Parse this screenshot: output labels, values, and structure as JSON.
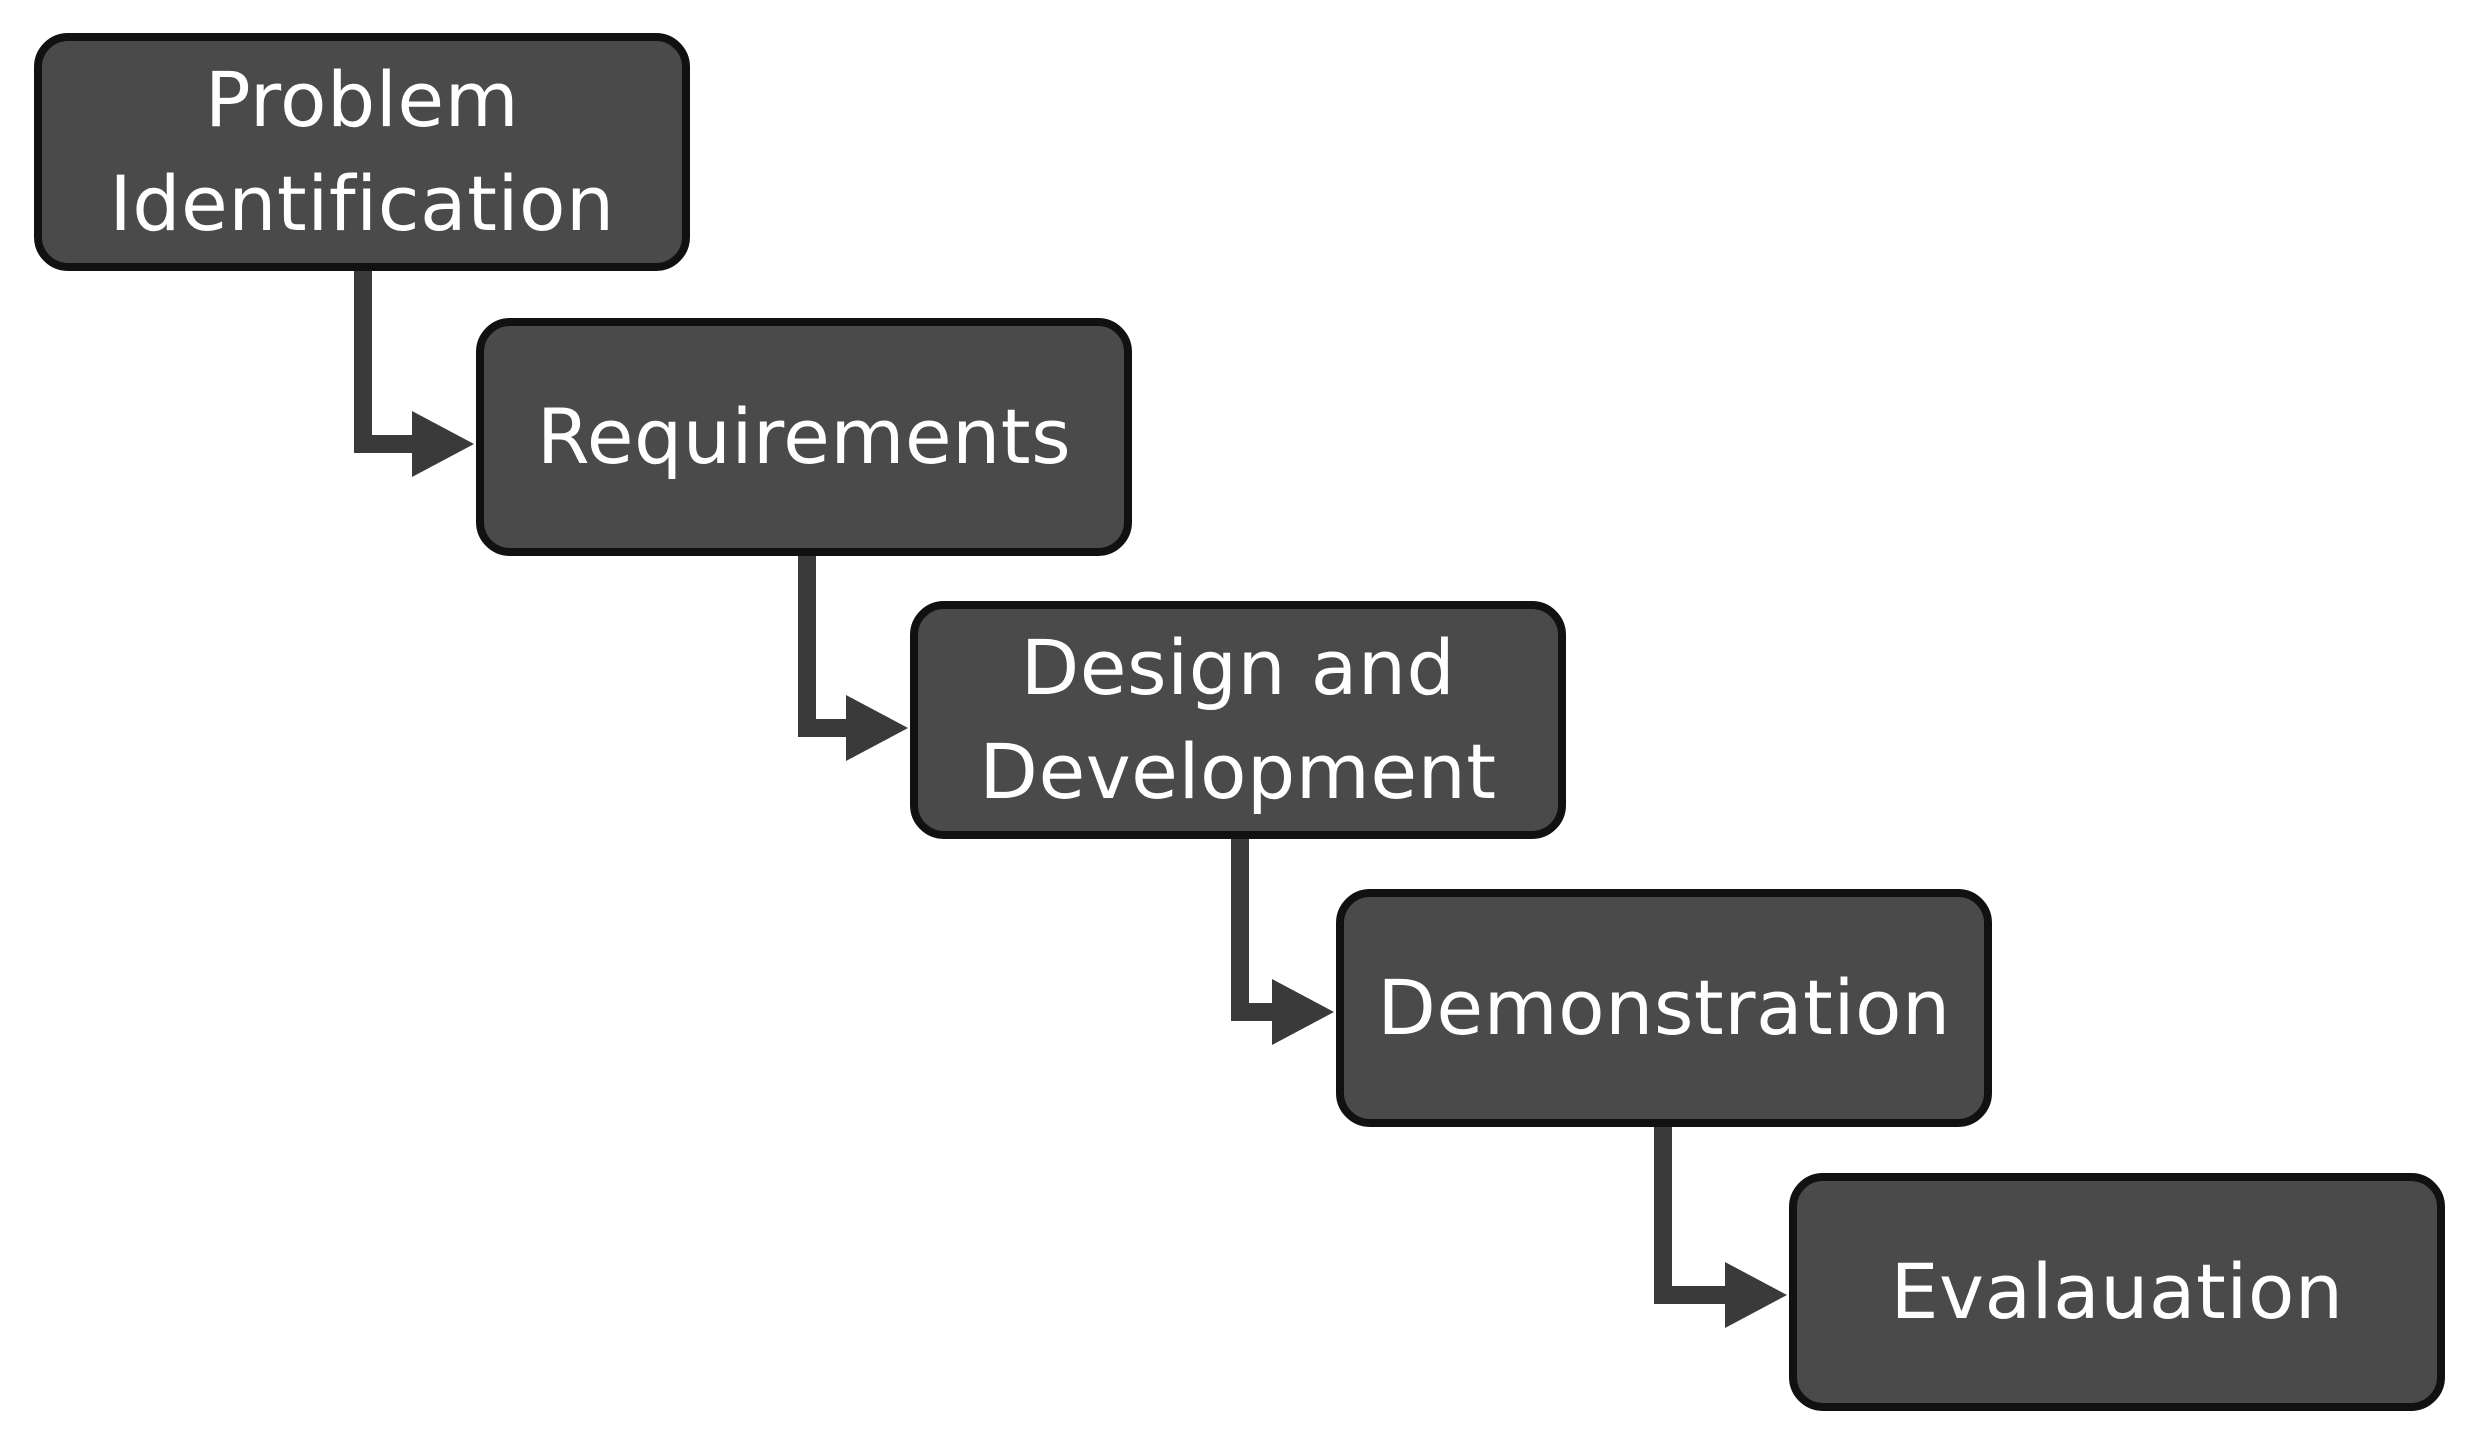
{
  "diagram": {
    "type": "process-flow",
    "steps": [
      {
        "label": "Problem\nIdentification"
      },
      {
        "label": "Requirements"
      },
      {
        "label": "Design and\nDevelopment"
      },
      {
        "label": "Demonstration"
      },
      {
        "label": "Evalauation"
      }
    ],
    "colors": {
      "box_fill": "#4a4a4a",
      "box_border": "#111111",
      "text": "#ffffff",
      "connector": "#3a3a3a",
      "background": "#ffffff"
    }
  }
}
